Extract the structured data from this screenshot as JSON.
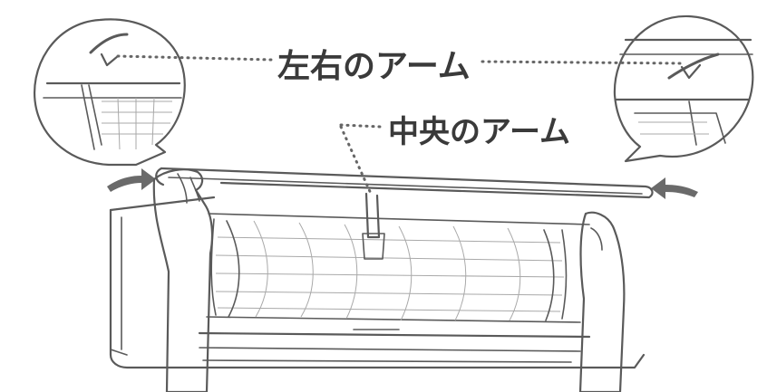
{
  "labels": {
    "left_right_arms": "左右のアーム",
    "center_arm": "中央のアーム"
  },
  "icons": {
    "left_arrow": "arrow-pointing-right",
    "right_arrow": "arrow-pointing-left"
  }
}
